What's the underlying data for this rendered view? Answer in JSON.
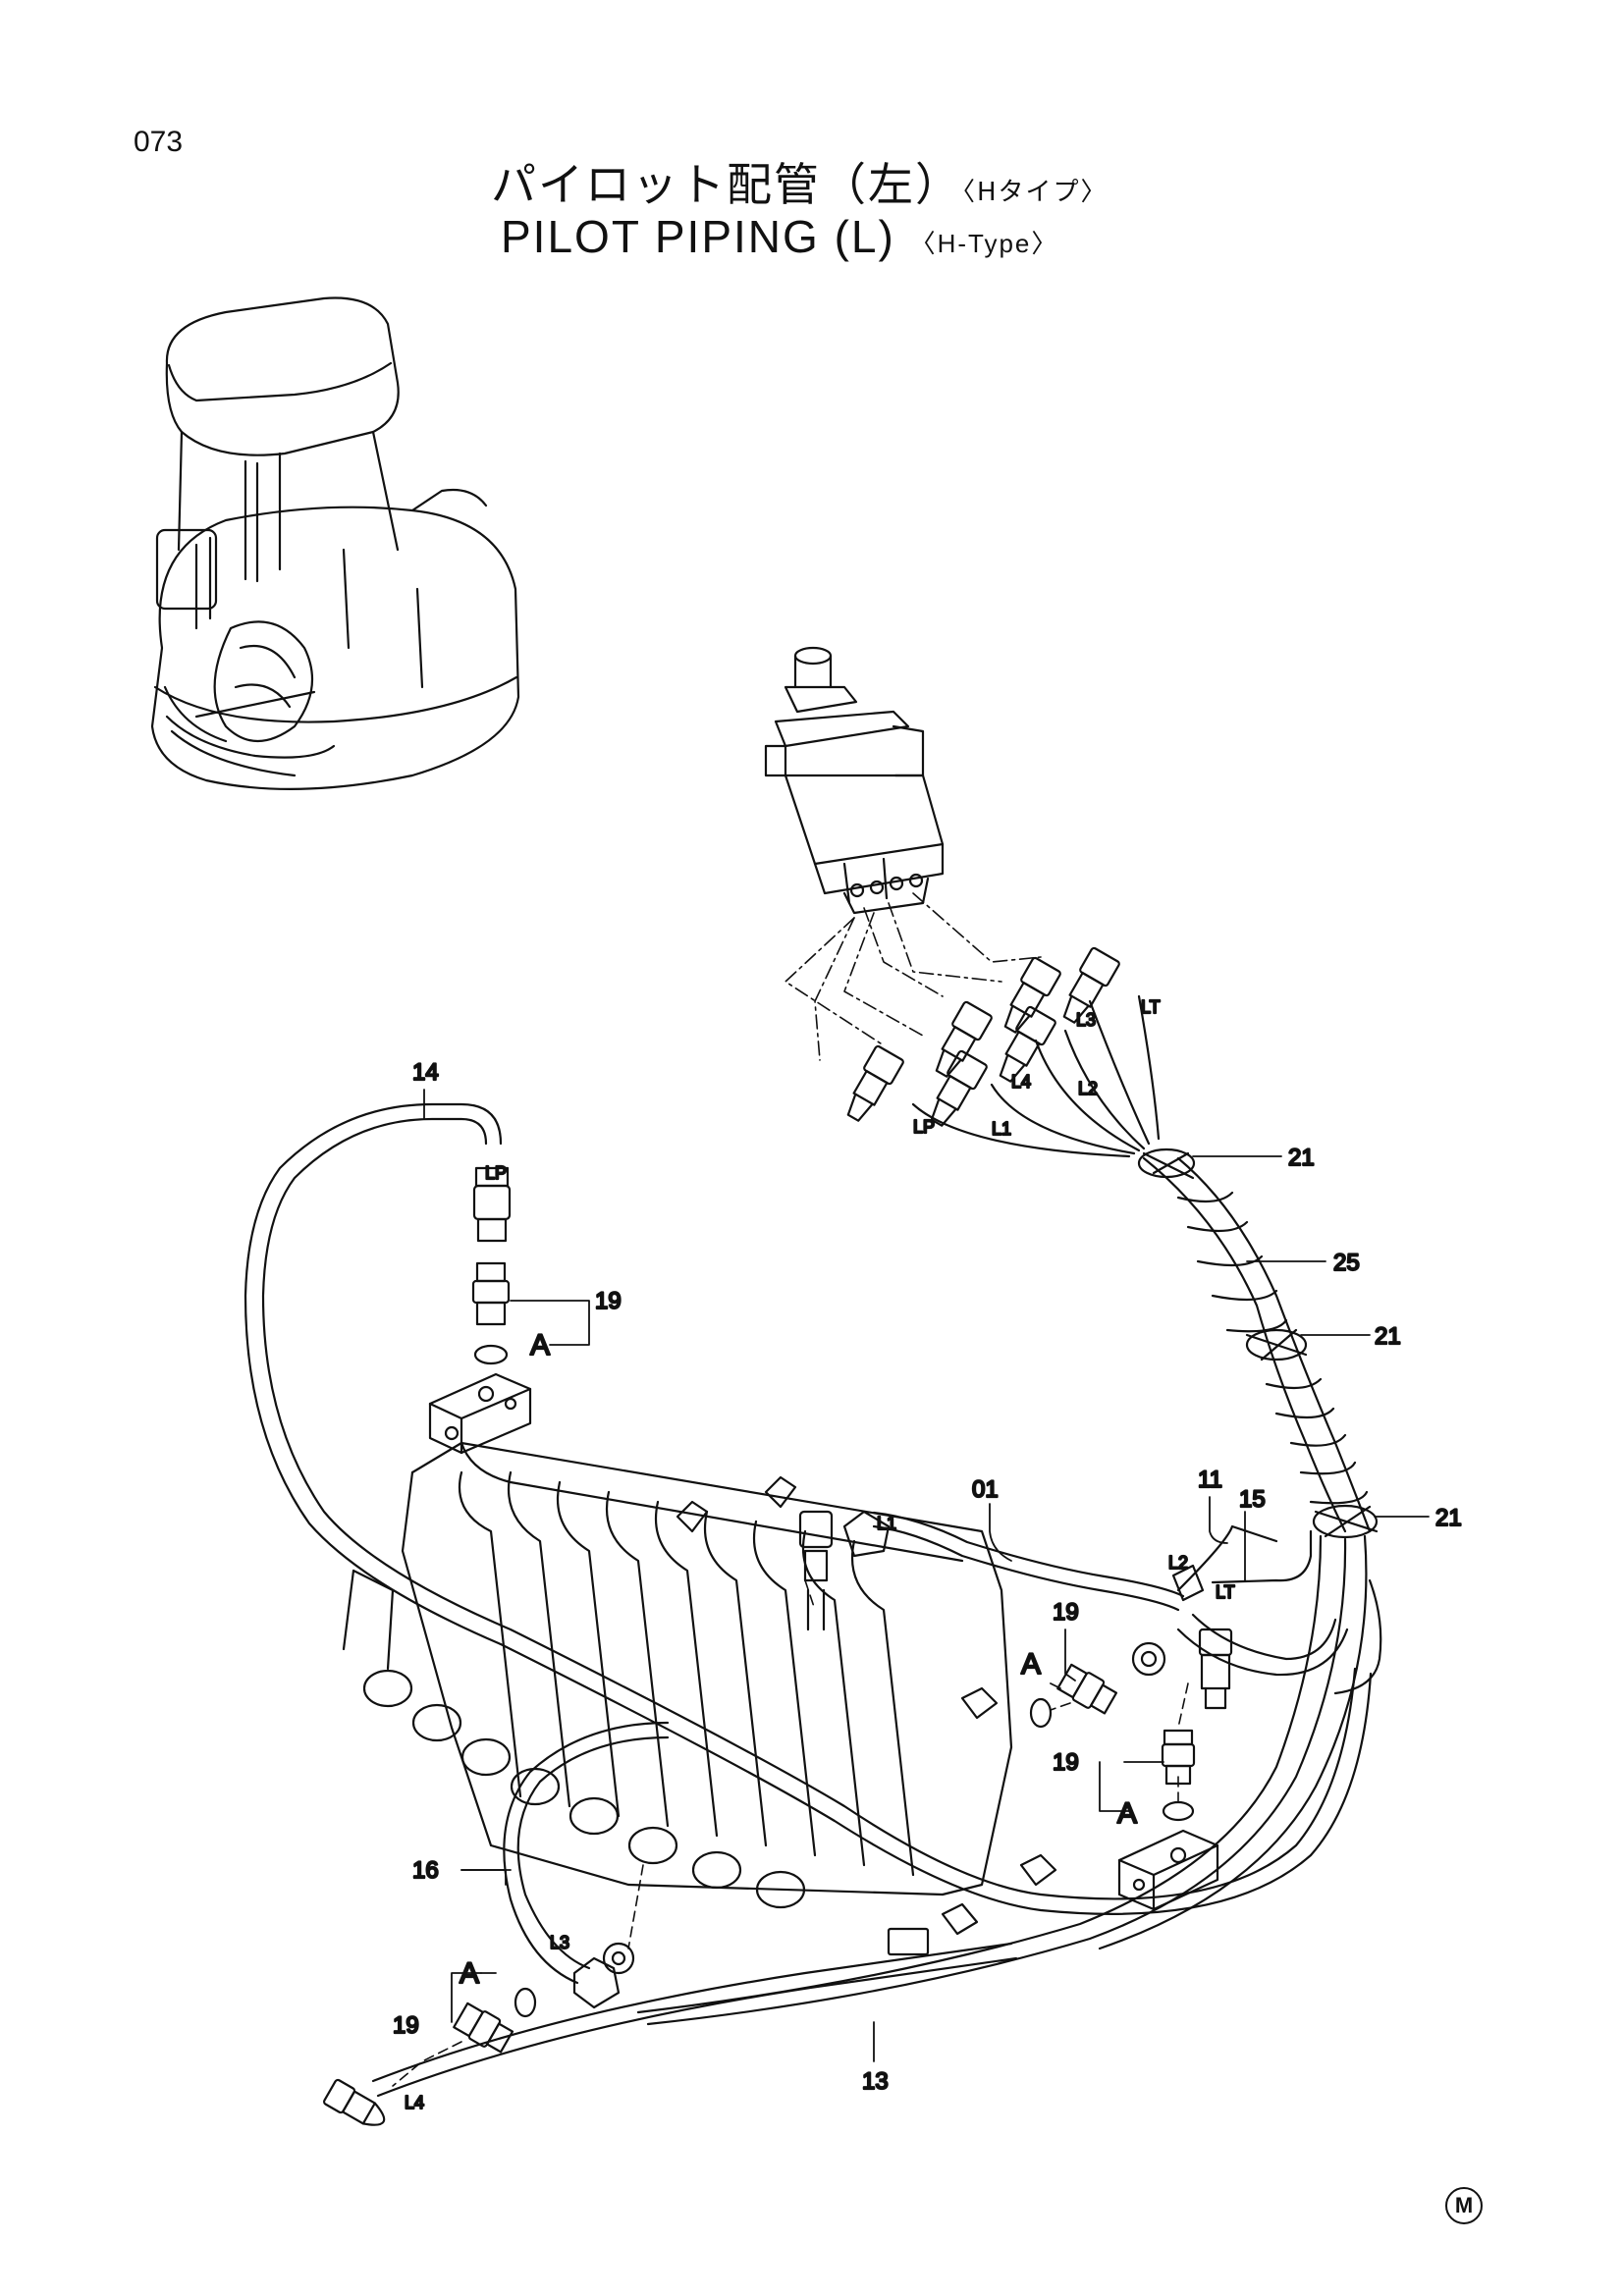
{
  "page_number": "073",
  "title_jp": {
    "main": "パイロット配管（左）",
    "variant": "〈Hタイプ〉"
  },
  "title_en": {
    "main": "PILOT PIPING (L)",
    "variant": "〈H-Type〉"
  },
  "corner_mark": "M",
  "callouts": {
    "p14": "14",
    "p19a": "19",
    "p19b": "19",
    "p19c": "19",
    "p19d": "19",
    "p21a": "21",
    "p21b": "21",
    "p21c": "21",
    "p25": "25",
    "p01": "01",
    "p11": "11",
    "p15": "15",
    "p16": "16",
    "p13": "13"
  },
  "port_labels": {
    "LP": "LP",
    "LP2": "LP",
    "L1": "L1",
    "L1b": "L1",
    "L2": "L2",
    "L2b": "L2",
    "L3": "L3",
    "L3b": "L3",
    "L4": "L4",
    "L4b": "L4",
    "LT": "LT",
    "LTb": "LT"
  },
  "detail_marks": {
    "a1": "A",
    "a2": "A",
    "a3": "A",
    "a4": "A"
  }
}
